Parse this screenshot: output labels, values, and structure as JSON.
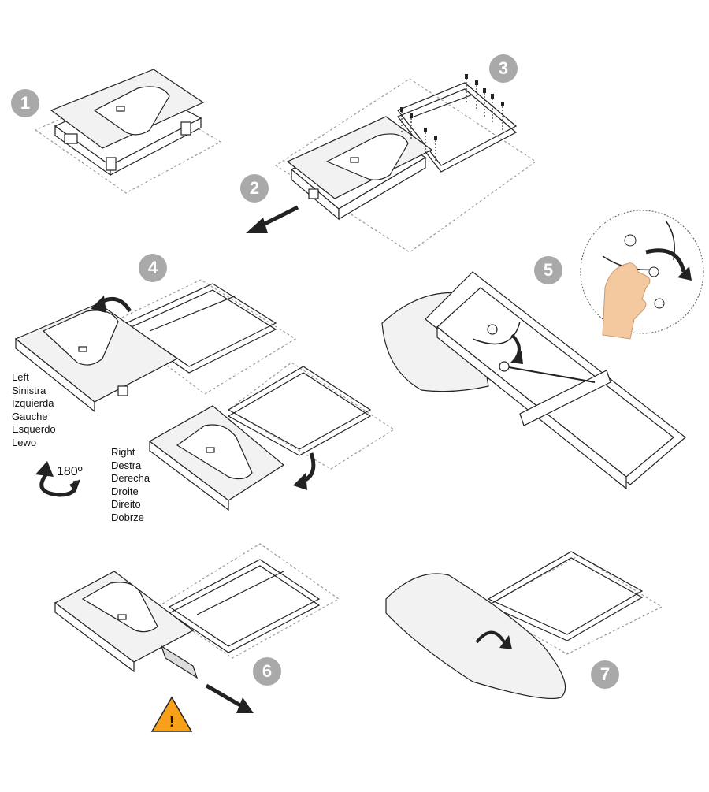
{
  "steps": [
    "1",
    "2",
    "3",
    "4",
    "5",
    "6",
    "7"
  ],
  "left_labels": [
    "Left",
    "Sinistra",
    "Izquierda",
    "Gauche",
    "Esquerdo",
    "Lewo"
  ],
  "right_labels": [
    "Right",
    "Destra",
    "Derecha",
    "Droite",
    "Direito",
    "Dobrze"
  ],
  "rotation_label": "180º",
  "warning_symbol": "!",
  "colors": {
    "badge": "#a9a9a9",
    "line": "#222222",
    "board": "#f2f2f2",
    "warning": "#f7a11a",
    "skin": "#f5c9a0"
  }
}
